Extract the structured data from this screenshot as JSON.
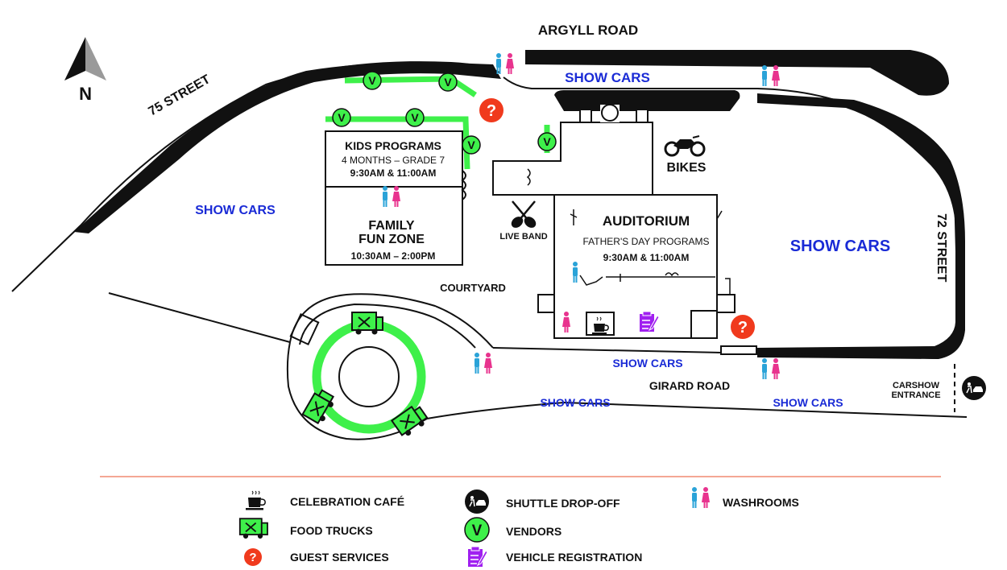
{
  "roads": {
    "argyll": "ARGYLL ROAD",
    "street75": "75 STREET",
    "street72": "72 STREET",
    "girard": "GIRARD ROAD"
  },
  "compass": {
    "label": "N"
  },
  "areas": {
    "show_cars_top": "SHOW CARS",
    "show_cars_left": "SHOW CARS",
    "show_cars_right": "SHOW CARS",
    "show_cars_road": "SHOW CARS",
    "show_cars_bottom_mid": "SHOW CARS",
    "show_cars_bottom_right": "SHOW CARS",
    "bikes": "BIKES",
    "live_band": "LIVE BAND",
    "courtyard": "COURTYARD",
    "carshow_entrance_line1": "CARSHOW",
    "carshow_entrance_line2": "ENTRANCE"
  },
  "kids_programs": {
    "title": "KIDS PROGRAMS",
    "ages": "4 MONTHS – GRADE 7",
    "times": "9:30AM & 11:00AM"
  },
  "family_fun_zone": {
    "line1": "FAMILY",
    "line2": "FUN ZONE",
    "times": "10:30AM – 2:00PM"
  },
  "auditorium": {
    "title": "AUDITORIUM",
    "subtitle": "FATHER'S DAY PROGRAMS",
    "times": "9:30AM & 11:00AM"
  },
  "markers": {
    "vendor_letter": "V",
    "guest_services_symbol": "?"
  },
  "legend": {
    "cafe": "CELEBRATION CAFÉ",
    "food_trucks": "FOOD TRUCKS",
    "guest_services": "GUEST SERVICES",
    "shuttle": "SHUTTLE DROP-OFF",
    "vendors": "VENDORS",
    "vehicle_registration": "VEHICLE REGISTRATION",
    "washrooms": "WASHROOMS"
  },
  "colors": {
    "road": "#111111",
    "label_blue": "#1a2bd6",
    "vendor_green": "#3ef04a",
    "guest_red": "#f03a1d",
    "washroom_male": "#2aa3d8",
    "washroom_female": "#e8338e",
    "registration_purple": "#a020f0",
    "divider": "#f08a70"
  }
}
